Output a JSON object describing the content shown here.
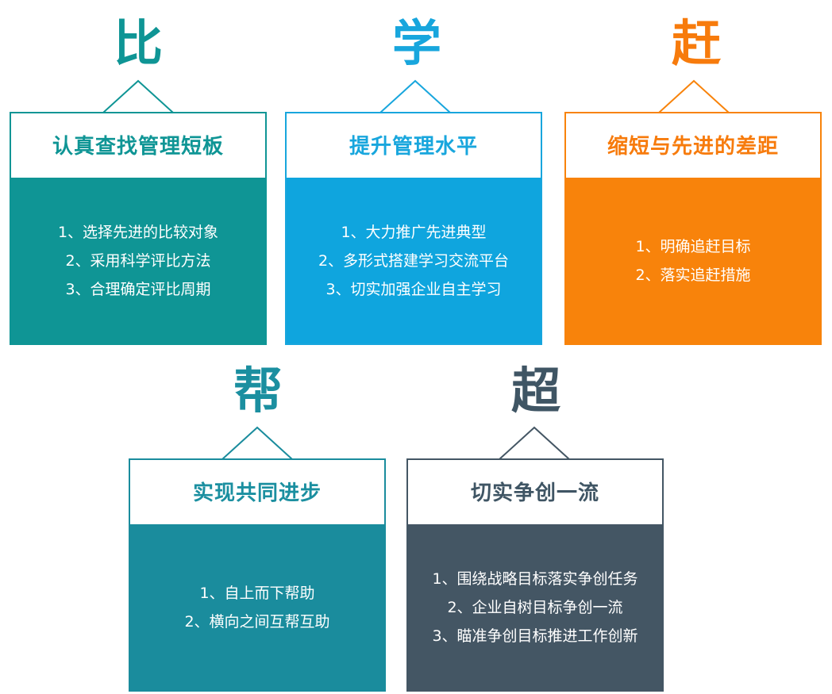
{
  "colors": {
    "teal": "#0f9595",
    "blue": "#0fa5de",
    "orange": "#f8830b",
    "teal2": "#1a8c9d",
    "slate": "#445664",
    "white": "#ffffff"
  },
  "sections": [
    {
      "char": "比",
      "title": "认真查找管理短板",
      "items": [
        "1、选择先进的比较对象",
        "2、采用科学评比方法",
        "3、合理确定评比周期"
      ]
    },
    {
      "char": "学",
      "title": "提升管理水平",
      "items": [
        "1、大力推广先进典型",
        "2、多形式搭建学习交流平台",
        "3、切实加强企业自主学习"
      ]
    },
    {
      "char": "赶",
      "title": "缩短与先进的差距",
      "items": [
        "1、明确追赶目标",
        "2、落实追赶措施"
      ]
    },
    {
      "char": "帮",
      "title": "实现共同进步",
      "items": [
        "1、自上而下帮助",
        "2、横向之间互帮互助"
      ]
    },
    {
      "char": "超",
      "title": "切实争创一流",
      "items": [
        "1、围绕战略目标落实争创任务",
        "2、企业自树目标争创一流",
        "3、瞄准争创目标推进工作创新"
      ]
    }
  ]
}
